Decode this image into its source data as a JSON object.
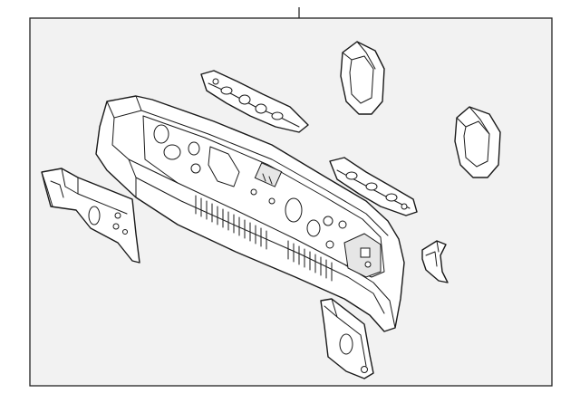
{
  "diagram": {
    "kind": "exploded parts diagram",
    "callout_count": 0,
    "parts": [
      "rear-body-panel",
      "upper-reinforcement",
      "lower-reinforcement",
      "left-side-extension",
      "right-lower-extension",
      "upper-right-bracket",
      "lower-right-bracket",
      "small-corner-bracket"
    ]
  }
}
